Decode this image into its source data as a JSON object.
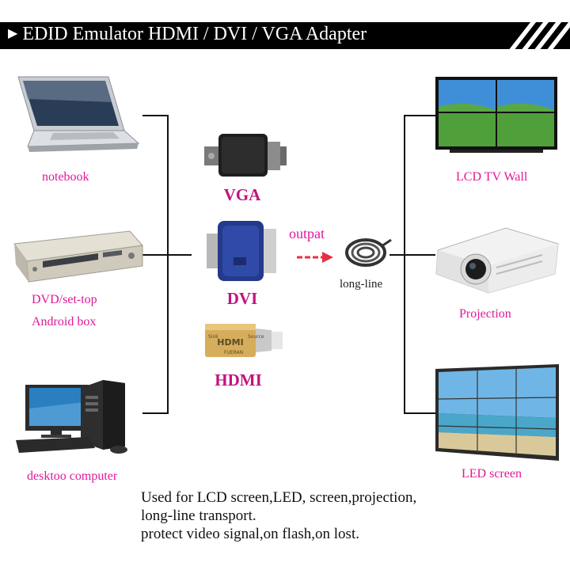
{
  "header": {
    "title": "EDID Emulator HDMI / DVI / VGA  Adapter"
  },
  "sources": {
    "notebook": "notebook",
    "dvd_line1": "DVD/set-top",
    "dvd_line2": "Android box",
    "desktop": "desktoo computer"
  },
  "adapters": {
    "vga": "VGA",
    "dvi": "DVI",
    "hdmi": "HDMI"
  },
  "hdmi_marks": {
    "brand": "HDMI",
    "text1": "Source",
    "text2": "Sink",
    "text3": "FUERAN"
  },
  "middle": {
    "output": "outpat",
    "cable": "long-line"
  },
  "displays": {
    "tv_wall": "LCD TV Wall",
    "projection": "Projection",
    "led": "LED screen"
  },
  "description": {
    "line1": "Used for LCD screen,LED,  screen,projection,",
    "line2": "long-line transport.",
    "line3": "protect video signal,on flash,on lost."
  },
  "colors": {
    "label": "#e0179c",
    "adapter_label": "#c2127e",
    "arrow": "#e53040",
    "banner": "#000000"
  }
}
